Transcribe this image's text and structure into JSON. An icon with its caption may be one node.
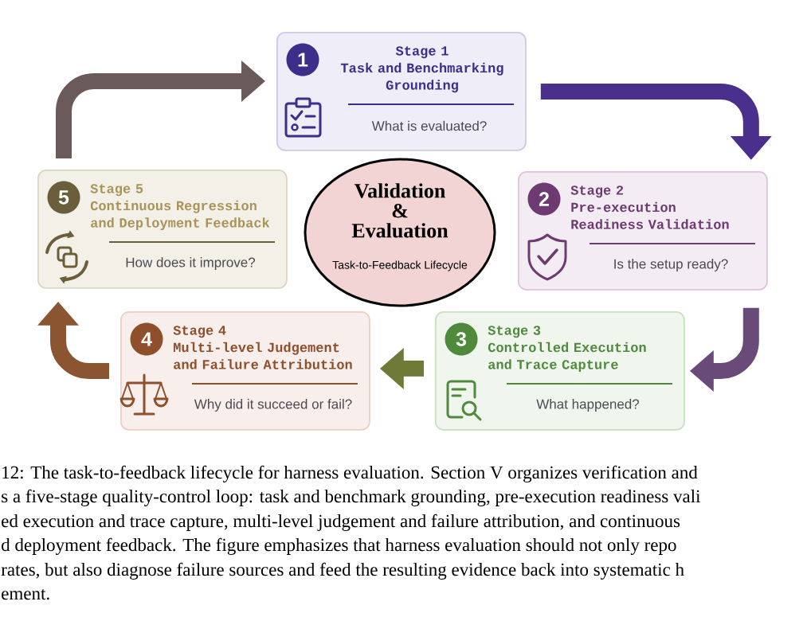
{
  "diagram": {
    "nodes": [
      {
        "text": [
          "Stage 1",
          "Task and Benchmarking Grounding",
          "What is evaluated?"
        ]
      },
      {
        "text": [
          "1"
        ],
        "in": 0
      },
      {
        "text": [
          "Stage 5",
          "Continuous Regression and Deployment Feedback",
          "How does it improve?"
        ]
      },
      {
        "text": [
          "5"
        ],
        "in": 2
      },
      {
        "text": [
          "Validation & Evaluation",
          "Task-to-Feedback Lifecycle"
        ]
      },
      {
        "text": [
          "Stage 2",
          "Pre-execution Readiness Validation",
          "Is the setup ready?"
        ]
      },
      {
        "text": [
          "2"
        ],
        "in": 5
      },
      {
        "text": [
          "Stage 4",
          "Multi-level Judgement and Failure Attribution",
          "Why did it succeed or fail?"
        ]
      },
      {
        "text": [
          "4"
        ],
        "in": 7
      },
      {
        "text": [
          "Stage 3",
          "Controlled Execution and Trace Capture",
          "What happened?"
        ]
      },
      {
        "text": [
          "3"
        ],
        "in": 9
      }
    ],
    "edges": [
      {
        "from": 0,
        "to": 5,
        "arrow": "to",
        "color": "#4b2f8c"
      },
      {
        "from": 5,
        "to": 9,
        "arrow": "to",
        "color": "#6a4a78"
      },
      {
        "from": 9,
        "to": 7,
        "arrow": "to",
        "color": "#6f7a38"
      },
      {
        "from": 7,
        "to": 2,
        "arrow": "to",
        "color": "#8a5530"
      },
      {
        "from": 2,
        "to": 0,
        "arrow": "to",
        "color": "#6a5a5a"
      }
    ],
    "labels": [
      "12:   The task-to-feedback lifecycle for harness evaluation. Section V organizes verification and",
      "s a five-stage quality-control loop: task and benchmark grounding, pre-execution readiness vali",
      "ed execution and trace capture, multi-level judgement and failure attribution, and continuous",
      "d deployment feedback. The figure emphasizes that harness evaluation should not only repo",
      "rates, but also diagnose failure sources and feed the resulting evidence back into systematic h",
      "ement."
    ]
  }
}
